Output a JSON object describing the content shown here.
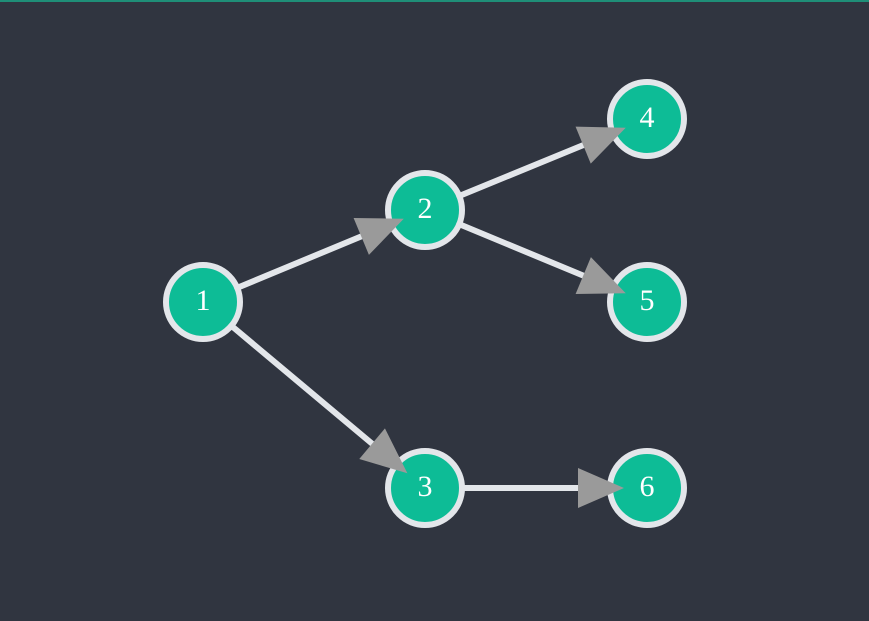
{
  "diagram": {
    "type": "directed-graph",
    "colors": {
      "background": "#303540",
      "node_fill": "#0dbc96",
      "node_stroke": "#e3e6ea",
      "edge": "#e3e6ea",
      "arrowhead": "#9a9a9a",
      "label": "#ffffff",
      "top_border": "#1f8f78"
    },
    "nodes": [
      {
        "id": "1",
        "label": "1"
      },
      {
        "id": "2",
        "label": "2"
      },
      {
        "id": "3",
        "label": "3"
      },
      {
        "id": "4",
        "label": "4"
      },
      {
        "id": "5",
        "label": "5"
      },
      {
        "id": "6",
        "label": "6"
      }
    ],
    "edges": [
      {
        "from": "1",
        "to": "2"
      },
      {
        "from": "1",
        "to": "3"
      },
      {
        "from": "2",
        "to": "4"
      },
      {
        "from": "2",
        "to": "5"
      },
      {
        "from": "3",
        "to": "6"
      }
    ]
  }
}
